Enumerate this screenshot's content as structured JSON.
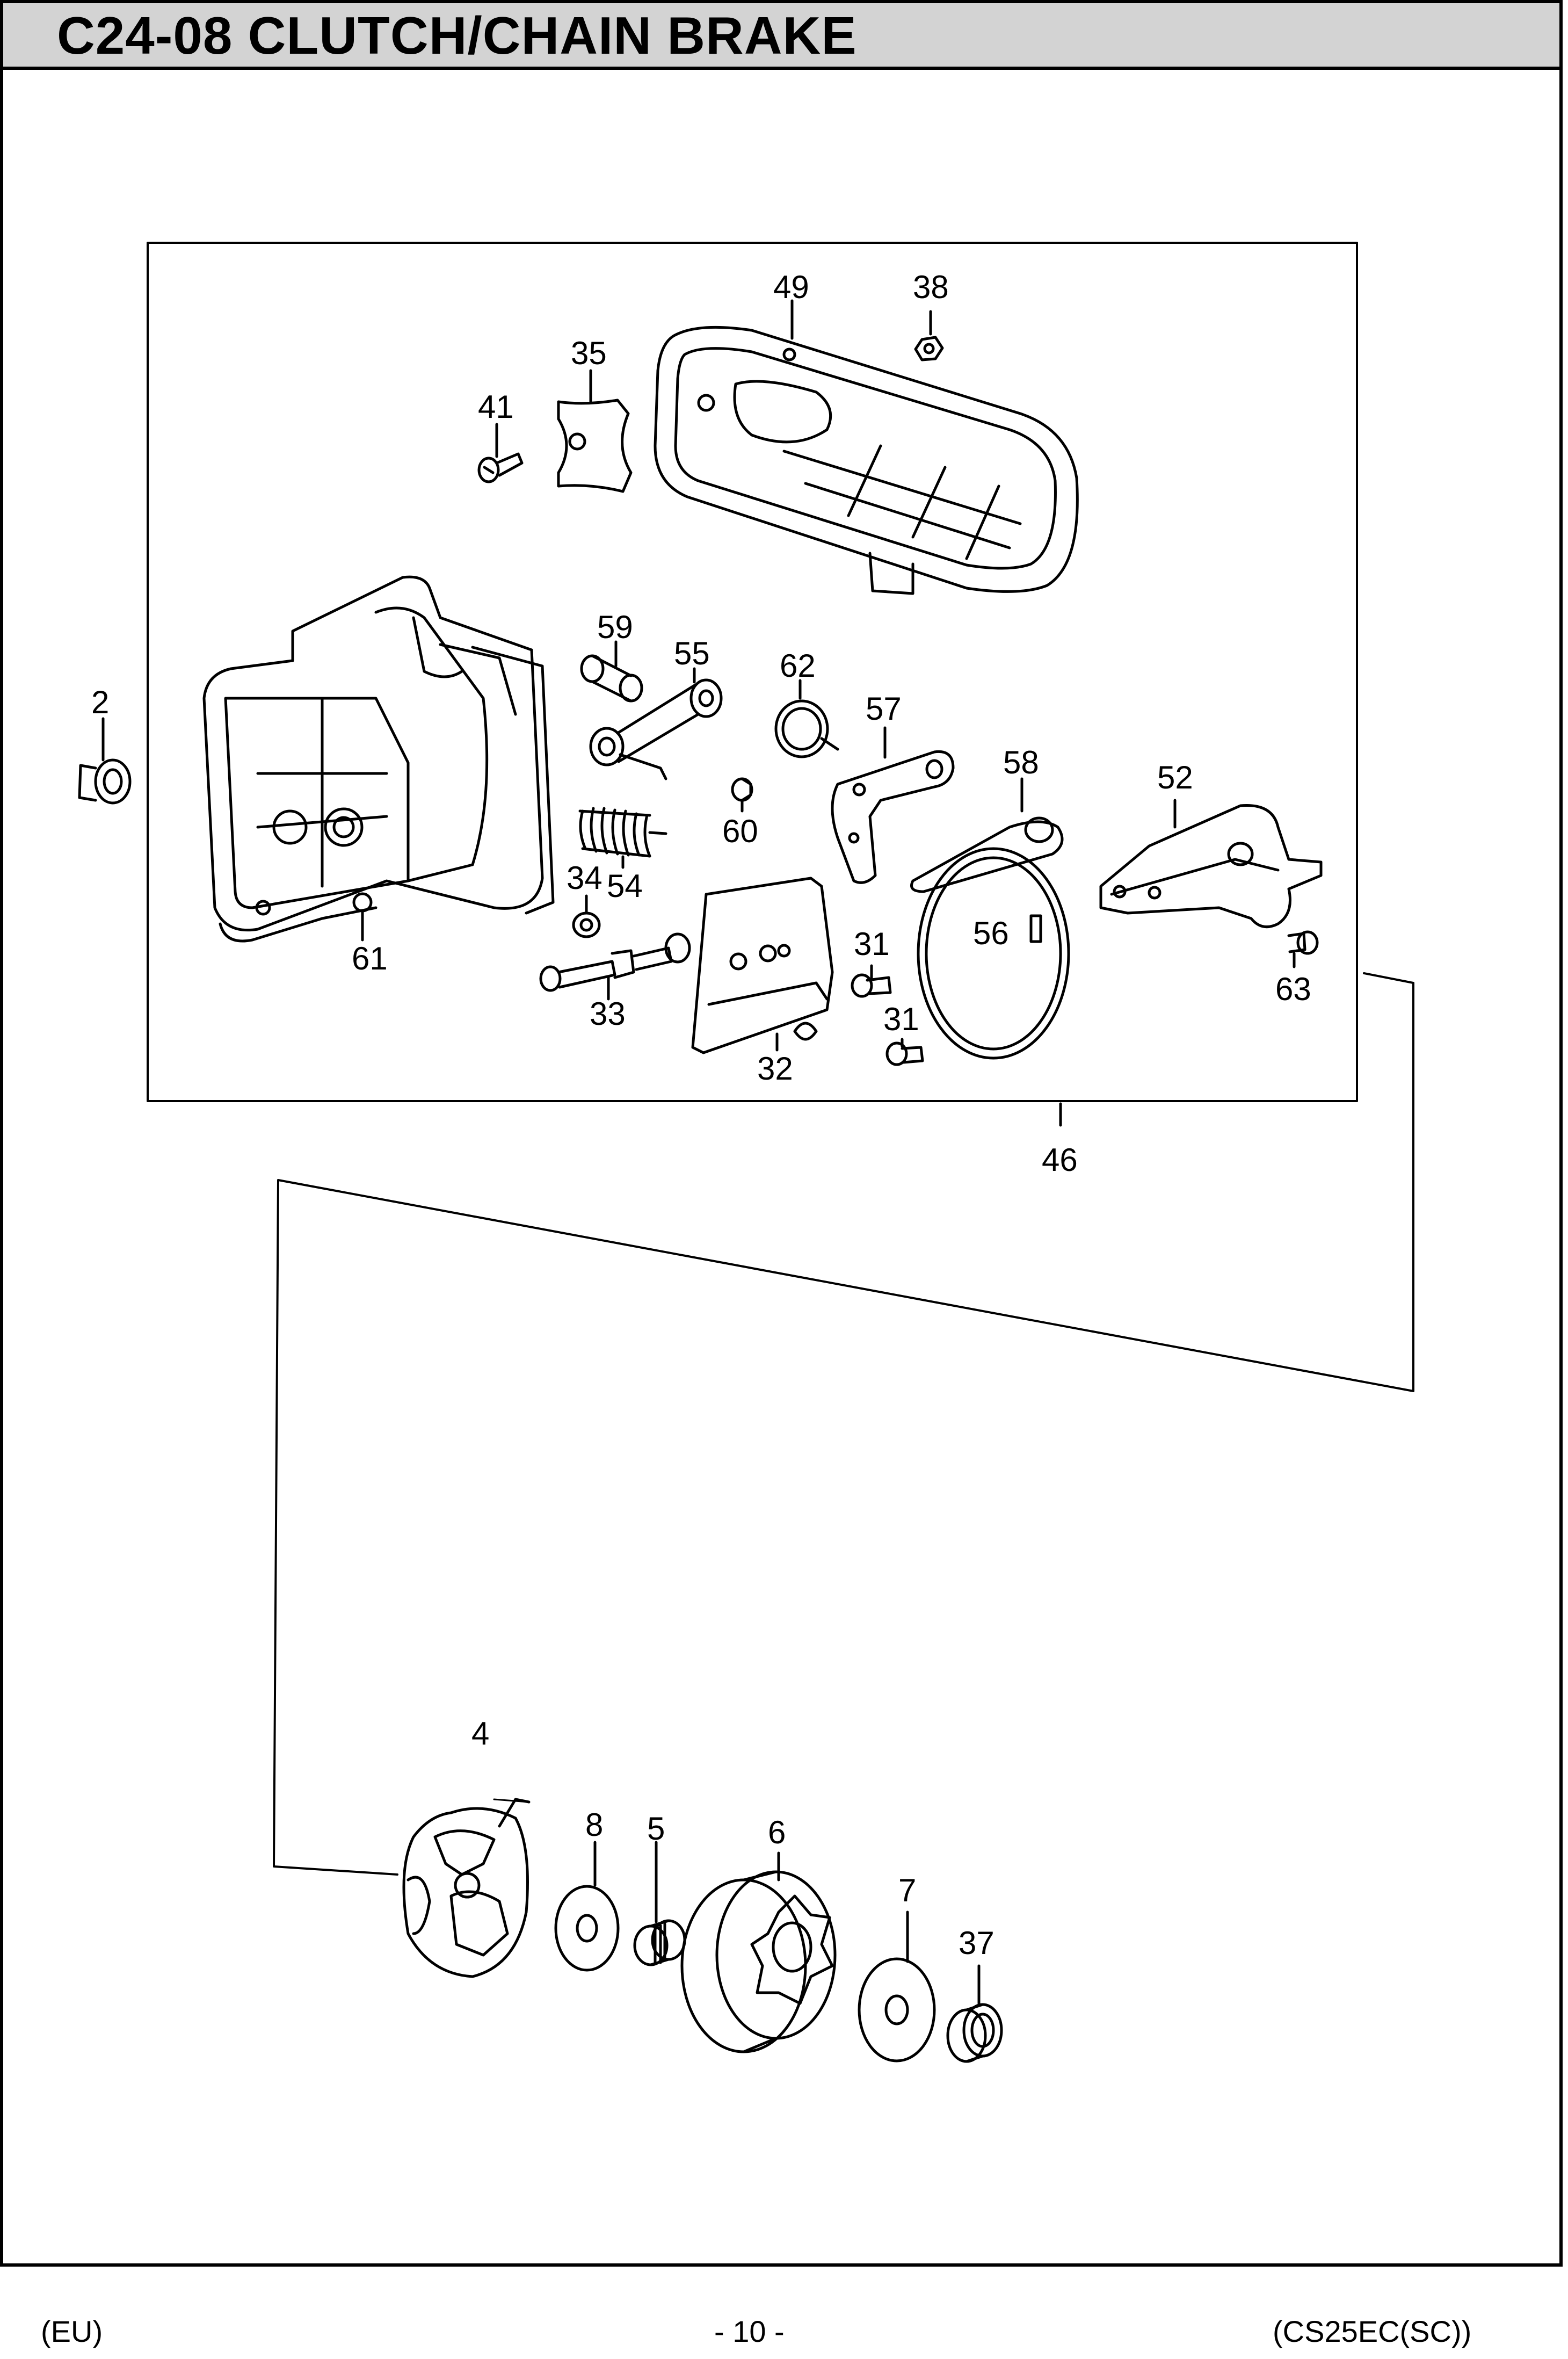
{
  "header": {
    "title": "C24-08 CLUTCH/CHAIN BRAKE"
  },
  "callouts": {
    "p2": "2",
    "p4": "4",
    "p5": "5",
    "p6": "6",
    "p7": "7",
    "p8": "8",
    "p31a": "31",
    "p31b": "31",
    "p32": "32",
    "p33": "33",
    "p34": "34",
    "p35": "35",
    "p37": "37",
    "p38": "38",
    "p41": "41",
    "p46": "46",
    "p49": "49",
    "p52": "52",
    "p54": "54",
    "p55": "55",
    "p56": "56",
    "p57": "57",
    "p58": "58",
    "p59": "59",
    "p60": "60",
    "p61": "61",
    "p62": "62",
    "p63": "63"
  },
  "footer": {
    "region": "(EU)",
    "page": "- 10 -",
    "model": "(CS25EC(SC))"
  }
}
